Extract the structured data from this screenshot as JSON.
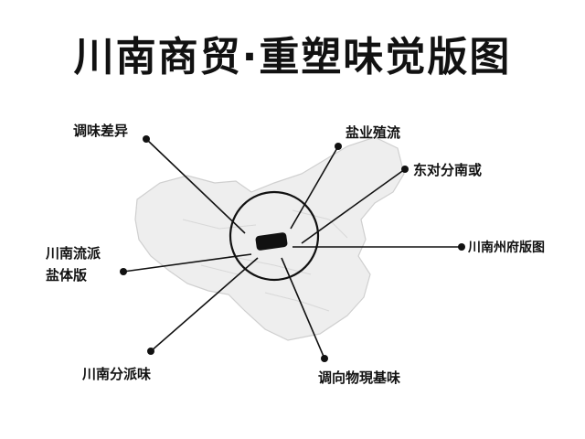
{
  "title": "川南商贸·重塑味觉版图",
  "center_badge": "",
  "labels": {
    "top_left": "调味差异",
    "top_right": "盐业殖流",
    "right_upper": "东对分南或",
    "right_mid": "川南州府版图",
    "left_mid_line1": "川南流派",
    "left_mid_line2": "盐体版",
    "bottom_left": "川南分派味",
    "bottom_right": "调向物現基味"
  },
  "colors": {
    "ink": "#111111",
    "map_fill": "#eeeeee",
    "map_stroke": "#cfcfcf"
  }
}
